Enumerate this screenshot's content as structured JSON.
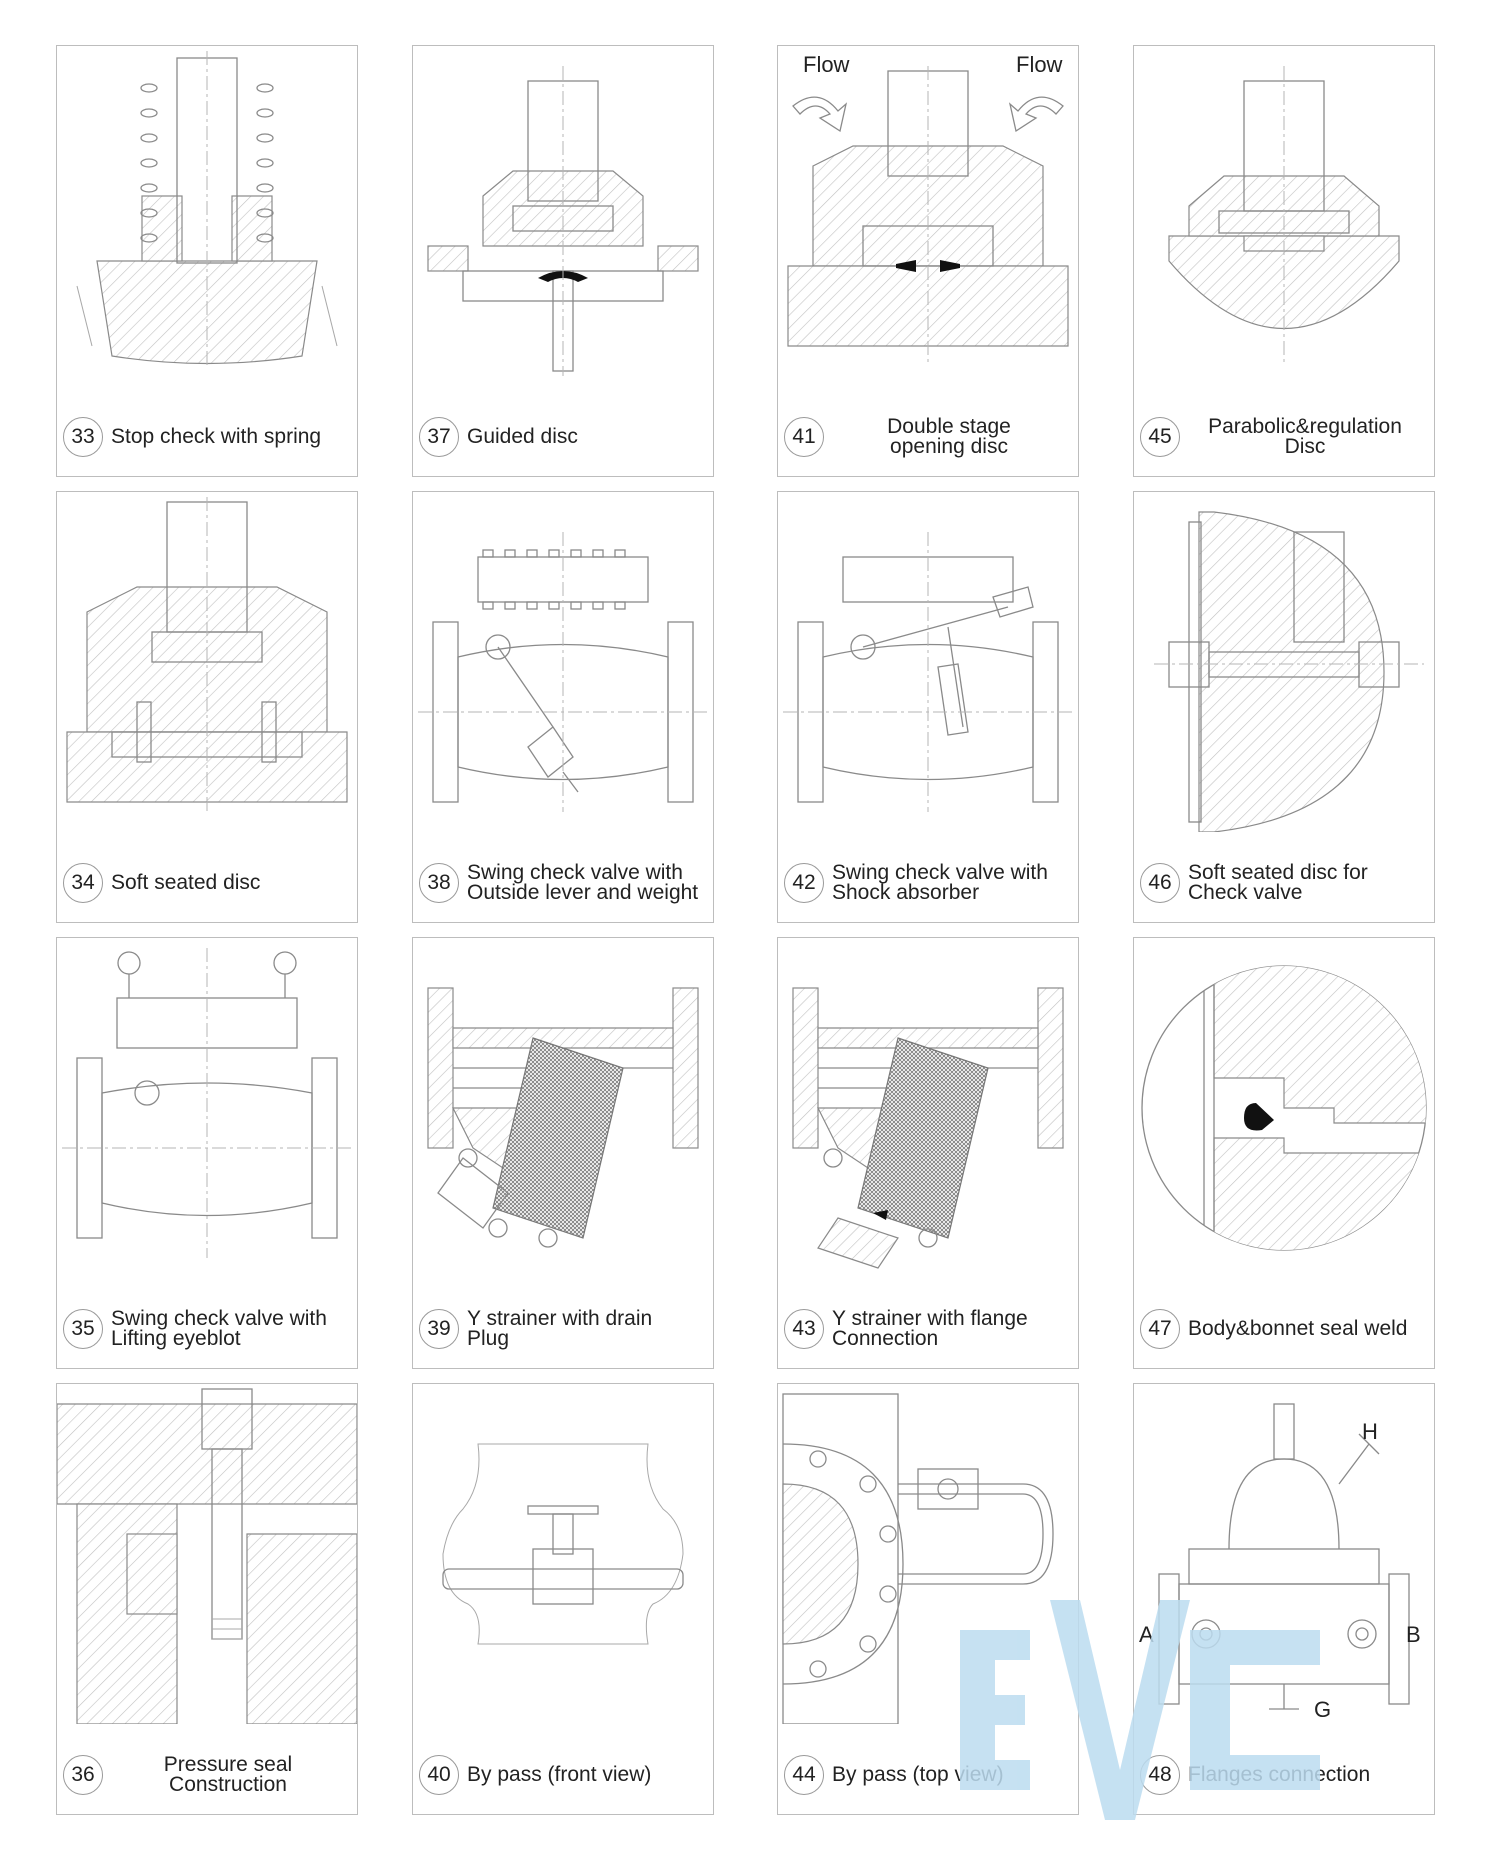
{
  "panels": [
    {
      "number": "33",
      "label": "Stop check with spring"
    },
    {
      "number": "37",
      "label": "Guided disc"
    },
    {
      "number": "41",
      "label": "Double stage\nopening disc"
    },
    {
      "number": "45",
      "label": "Parabolic&regulation\nDisc"
    },
    {
      "number": "34",
      "label": "Soft seated disc"
    },
    {
      "number": "38",
      "label": "Swing check valve with\nOutside lever and weight"
    },
    {
      "number": "42",
      "label": "Swing check valve with\nShock absorber"
    },
    {
      "number": "46",
      "label": "Soft seated disc for\nCheck valve"
    },
    {
      "number": "35",
      "label": "Swing check valve with\nLifting eyeblot"
    },
    {
      "number": "39",
      "label": "Y strainer with drain\nPlug"
    },
    {
      "number": "43",
      "label": "Y strainer with flange\nConnection"
    },
    {
      "number": "47",
      "label": "Body&bonnet seal weld"
    },
    {
      "number": "36",
      "label": "Pressure seal\nConstruction"
    },
    {
      "number": "40",
      "label": "By pass (front view)"
    },
    {
      "number": "44",
      "label": "By pass (top view)"
    },
    {
      "number": "48",
      "label": "Flanges connection"
    }
  ],
  "annotations": {
    "flow_left": "Flow",
    "flow_right": "Flow",
    "point_a": "A",
    "point_b": "B",
    "point_g": "G",
    "point_h": "H"
  },
  "colors": {
    "line": "#8a8a8a",
    "watermark": "#bcdcf0"
  }
}
